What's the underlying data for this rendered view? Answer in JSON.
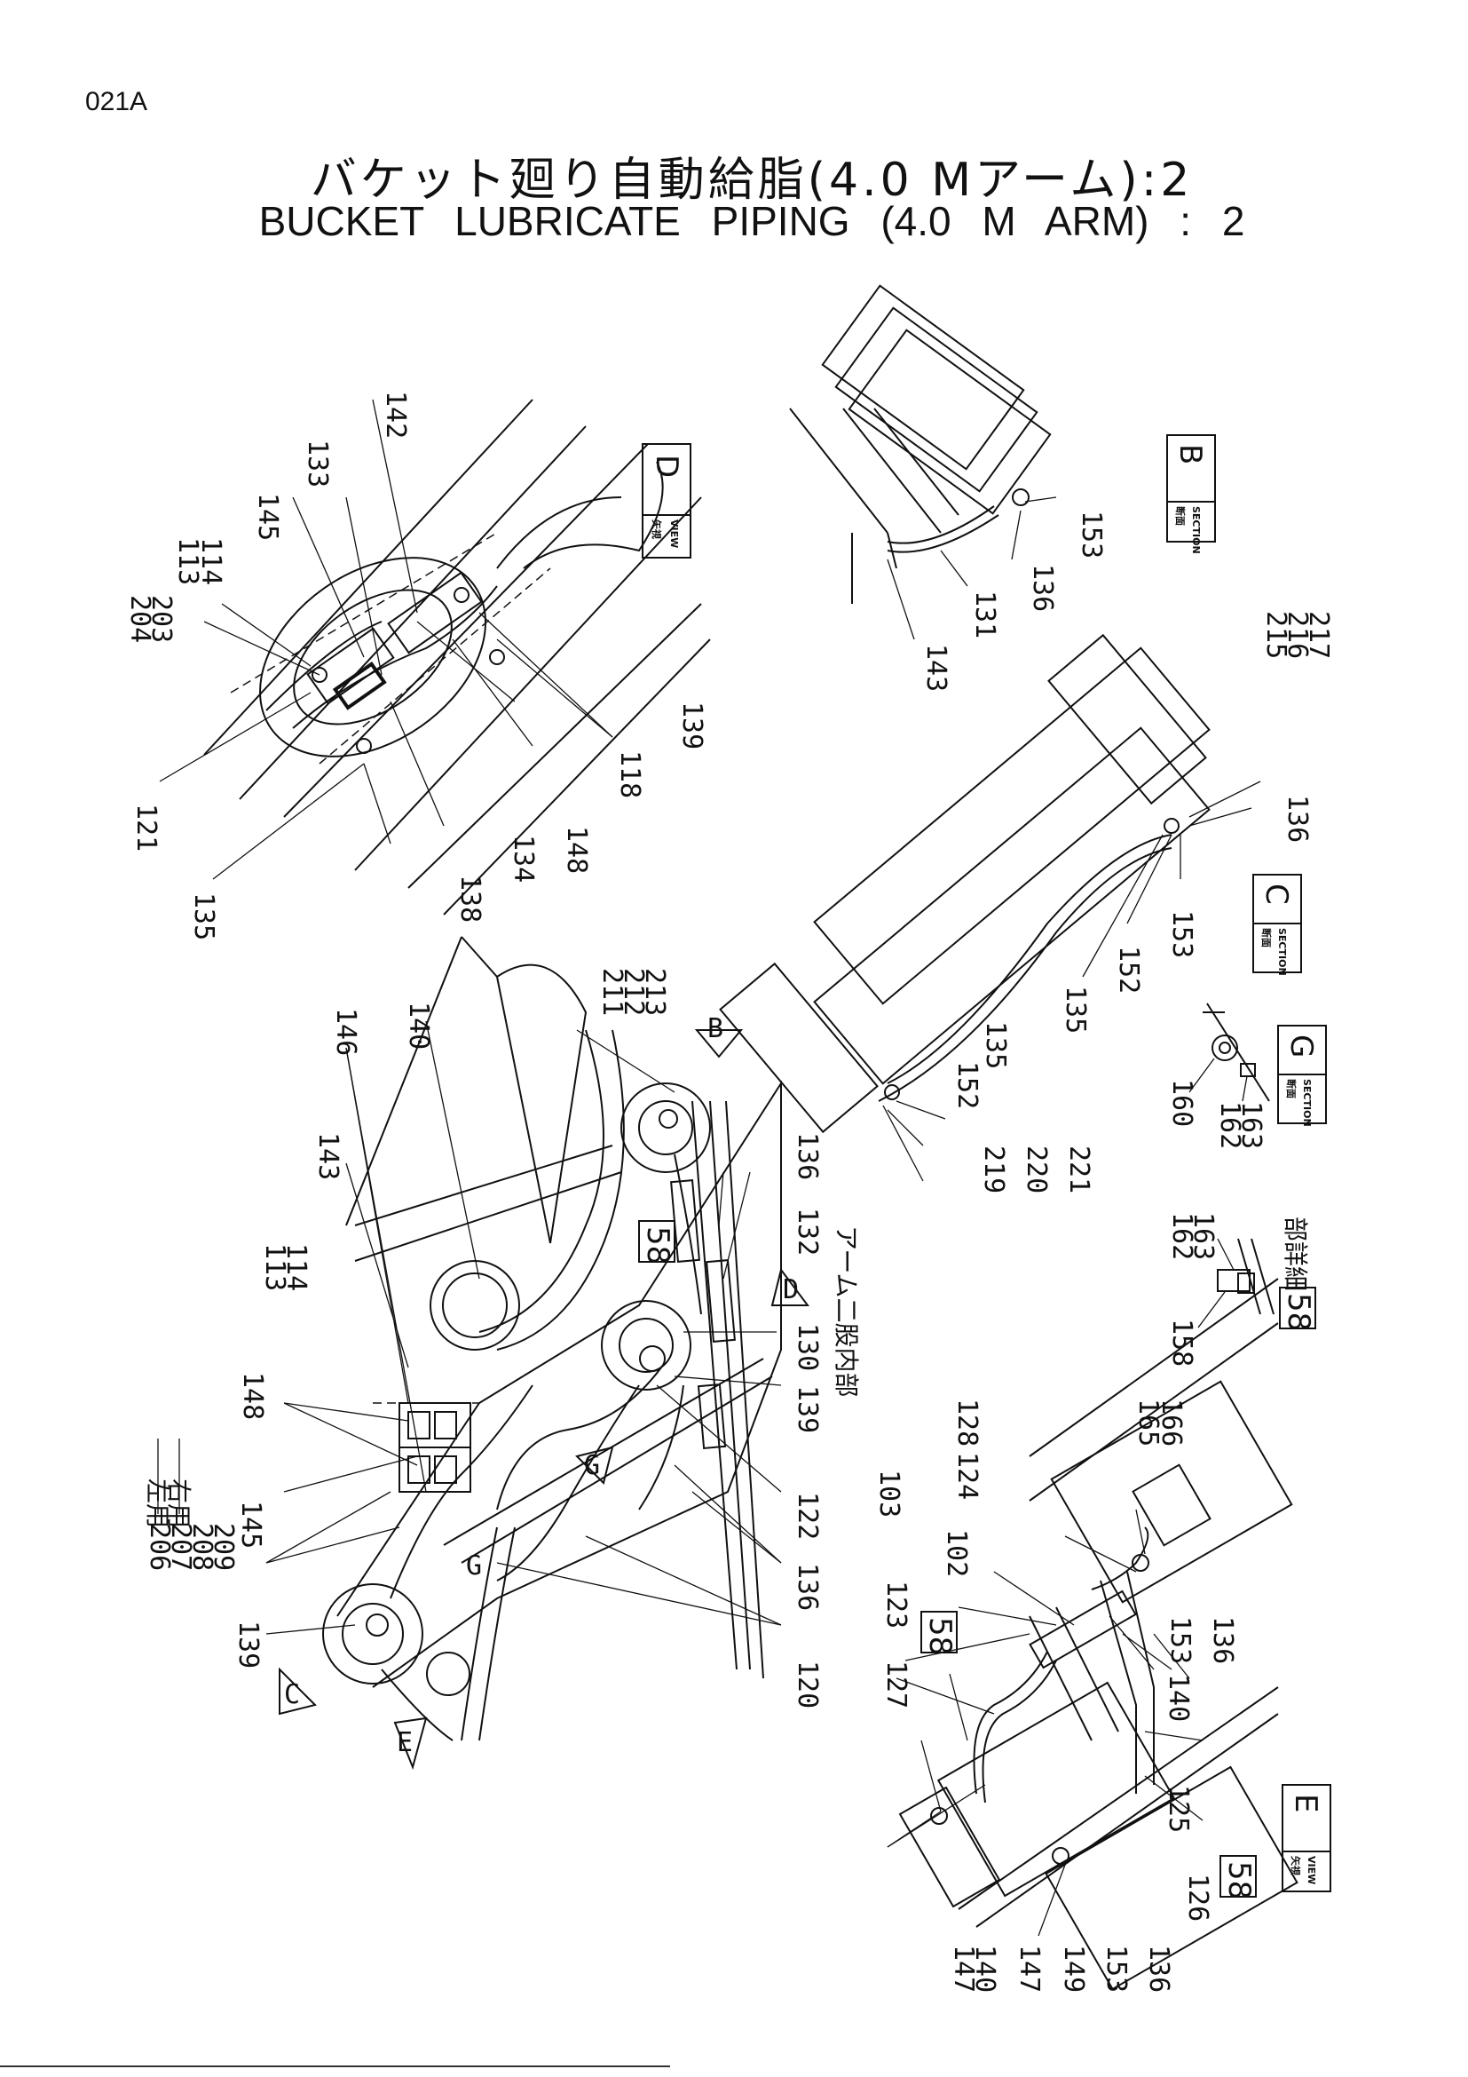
{
  "page_id": "021A",
  "title_jp": "バケット廻り自動給脂(4.0 Mアーム):2",
  "title_en": "BUCKET   LUBRICATE   PIPING (4.0 M   ARM) : 2",
  "views": {
    "view_d": {
      "char": "D",
      "kanji": "矢視",
      "word": "VIEW"
    },
    "section_b": {
      "char": "B",
      "kanji": "断面",
      "word": "SECTION"
    },
    "section_c": {
      "char": "C",
      "kanji": "断面",
      "word": "SECTION"
    },
    "section_g": {
      "char": "G",
      "kanji": "断面",
      "word": "SECTION"
    },
    "view_e": {
      "char": "E",
      "kanji": "矢視",
      "word": "VIEW"
    }
  },
  "arrows": {
    "b": "B",
    "c": "C",
    "d": "D",
    "e": "E",
    "g1": "G",
    "g2": "G"
  },
  "detail": {
    "number": "58",
    "text": "部詳細"
  },
  "notes": {
    "arm_inner": "アーム二股内部",
    "left_use": "左用",
    "right_use": "右用"
  },
  "callouts": {
    "d1": "113",
    "d2": "114",
    "d3": "204",
    "d4": "203",
    "d5": "145",
    "d6": "133",
    "d7": "142",
    "d8": "121",
    "d9": "135",
    "d10": "138",
    "d11": "134",
    "d12": "148",
    "d13": "118",
    "d14": "139",
    "b1": "153",
    "b2": "136",
    "b3": "131",
    "b4": "143",
    "c1": "215",
    "c2": "216",
    "c3": "217",
    "c4": "136",
    "c5": "153",
    "c6": "152",
    "c7": "135",
    "c8": "135",
    "c9": "152",
    "c10": "219",
    "c11": "220",
    "c12": "221",
    "g1": "160",
    "g2": "162",
    "g3": "163",
    "det1": "162",
    "det2": "163",
    "det3": "158",
    "m1": "146",
    "m2": "140",
    "m3": "211",
    "m4": "212",
    "m5": "213",
    "m6": "143",
    "m7": "113",
    "m8": "114",
    "m9": "136",
    "m10": "132",
    "m11": "148",
    "m12": "130",
    "m13": "139",
    "m14": "122",
    "m15": "145",
    "m16": "136",
    "m17": "120",
    "m18": "139",
    "m19": "206",
    "m20": "207",
    "m21": "208",
    "m22": "209",
    "m23": "58",
    "e1": "128",
    "e2": "124",
    "e3": "103",
    "e4": "102",
    "e5": "165",
    "e6": "166",
    "e7": "123",
    "e8": "127",
    "e9": "153",
    "e10": "136",
    "e11": "140",
    "e12": "125",
    "e13": "126",
    "e14": "147",
    "e15": "140",
    "e16": "147",
    "e17": "149",
    "e18": "153",
    "e19": "136",
    "e20": "58",
    "e21": "58"
  }
}
